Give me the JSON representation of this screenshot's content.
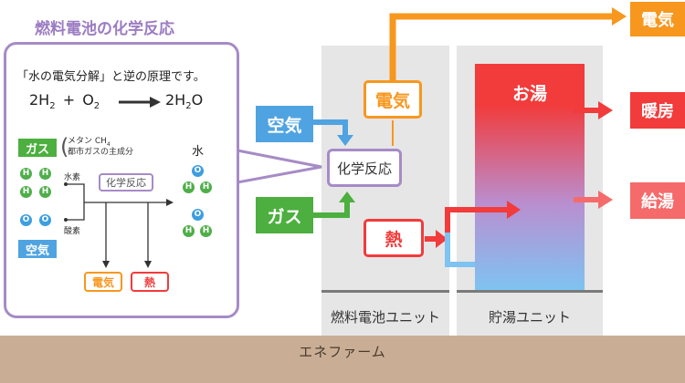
{
  "panel": {
    "title": "燃料電池の化学反応",
    "caption": "「水の電気分解」と逆の原理です。",
    "equation_left": "2H",
    "eq_sub_2a": "2",
    "equation_plus": "+",
    "equation_o": "O",
    "eq_sub_2b": "2",
    "equation_right": "2H",
    "eq_sub_2c": "2",
    "equation_right_o": "O",
    "gas_label": "ガス",
    "gas_note_1": "メタン CH",
    "gas_note_sub": "4",
    "gas_note_2": "都市ガスの主成分",
    "hydrogen_label": "水素",
    "oxygen_label": "酸素",
    "air_label": "空気",
    "reaction_label": "化学反応",
    "water_label": "水",
    "electricity_label": "電気",
    "heat_label": "熱",
    "h_symbol": "H",
    "o_symbol": "O"
  },
  "diagram": {
    "air_input": "空気",
    "gas_input": "ガス",
    "reaction_box": "化学反応",
    "electricity_box": "電気",
    "heat_box": "熱",
    "hot_water_label": "お湯",
    "fuel_cell_unit": "燃料電池ユニット",
    "storage_unit": "貯湯ユニット",
    "system_name": "エネファーム"
  },
  "outputs": {
    "electricity": "電気",
    "heating": "暖房",
    "hot_water_supply": "給湯"
  },
  "colors": {
    "orange": "#f7971e",
    "blue": "#4fa3e0",
    "green": "#4caf3f",
    "red": "#f23b3b",
    "purple": "#a68bc6",
    "pink": "#f56a6a"
  }
}
